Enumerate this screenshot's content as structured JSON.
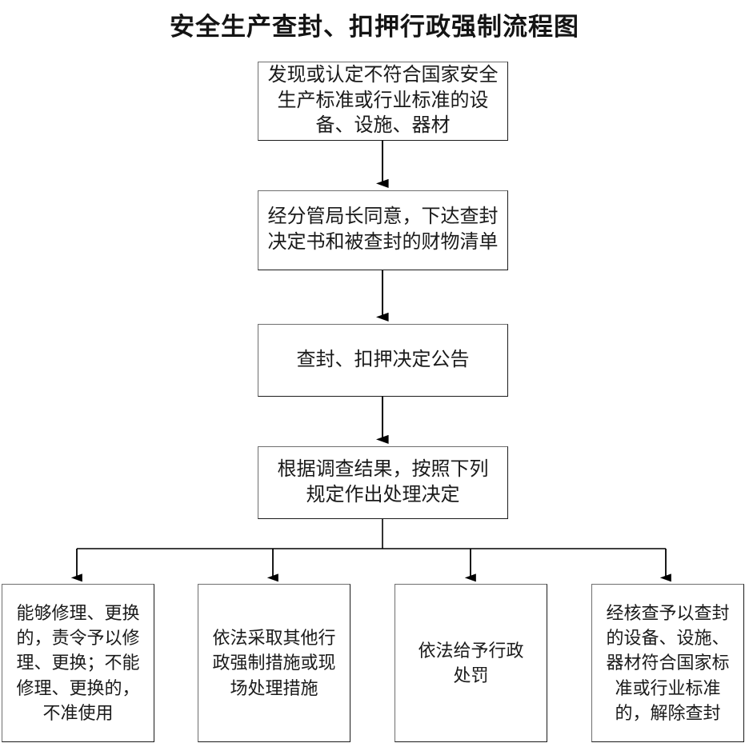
{
  "page": {
    "title": "安全生产查封、扣押行政强制流程图",
    "background_color": "#ffffff",
    "border_color": "#1b1b1b",
    "text_color": "#1a1a1a"
  },
  "flow": {
    "main_steps": [
      {
        "id": "step-1",
        "text": "发现或认定不符合国家安全\n生产标准或行业标准的设\n备、设施、器材"
      },
      {
        "id": "step-2",
        "text": "经分管局长同意，下达查封\n决定书和被查封的财物清单"
      },
      {
        "id": "step-3",
        "text": "查封、扣押决定公告"
      },
      {
        "id": "step-4",
        "text": "根据调查结果，按照下列\n规定作出处理决定"
      }
    ],
    "outcomes": [
      {
        "id": "outcome-1",
        "text": "能够修理、更换\n的，责令予以修\n理、更换；不能\n修理、更换的，\n不准使用"
      },
      {
        "id": "outcome-2",
        "text": "依法采取其他行\n政强制措施或现\n场处理措施"
      },
      {
        "id": "outcome-3",
        "text": "依法给予行政\n处罚"
      },
      {
        "id": "outcome-4",
        "text": "经核查予以查封\n的设备、设施、\n器材符合国家标\n准或行业标准\n的，解除查封"
      }
    ]
  }
}
